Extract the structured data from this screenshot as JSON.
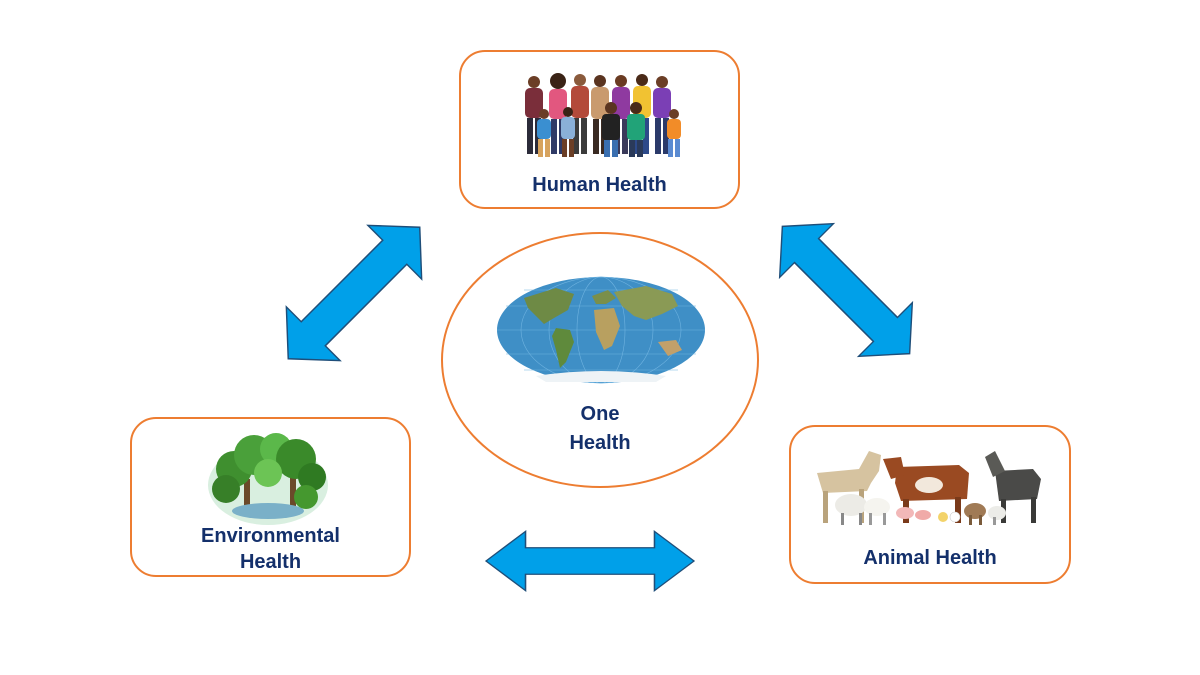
{
  "diagram": {
    "center": {
      "title_line1": "One",
      "title_line2": "Health",
      "icon": "world-map-icon"
    },
    "nodes": {
      "human": {
        "label": "Human Health",
        "icon": "people-group-icon"
      },
      "environmental": {
        "label_line1": "Environmental",
        "label_line2": "Health",
        "icon": "trees-icon"
      },
      "animal": {
        "label": "Animal Health",
        "icon": "farm-animals-icon"
      }
    },
    "colors": {
      "border": "#ED7D31",
      "arrow_fill": "#00A0E9",
      "arrow_stroke": "#1F4E79",
      "text": "#14306B"
    }
  }
}
